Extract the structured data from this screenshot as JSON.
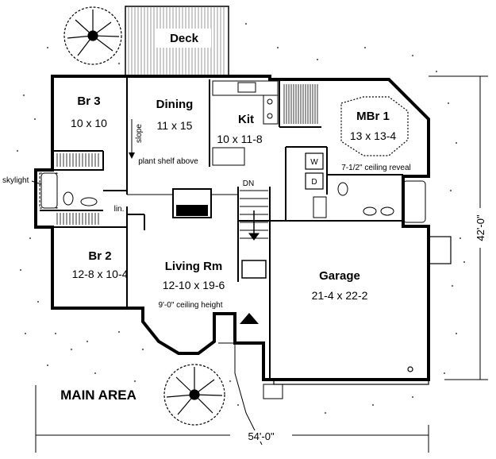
{
  "plan": {
    "caption": "MAIN AREA",
    "overall_width": "54'-0\"",
    "overall_depth": "42'-0\"",
    "rooms": {
      "deck": {
        "name": "Deck"
      },
      "br3": {
        "name": "Br 3",
        "size": "10 x 10"
      },
      "dining": {
        "name": "Dining",
        "size": "11 x 15"
      },
      "kit": {
        "name": "Kit",
        "size": "10 x 11-8"
      },
      "mbr1": {
        "name": "MBr 1",
        "size": "13 x 13-4"
      },
      "br2": {
        "name": "Br 2",
        "size": "12-8 x 10-4"
      },
      "living": {
        "name": "Living Rm",
        "size": "12-10 x 19-6"
      },
      "garage": {
        "name": "Garage",
        "size": "21-4 x 22-2"
      }
    },
    "notes": {
      "slope": "slope",
      "plant_shelf": "plant shelf above",
      "ceiling_reveal": "7-1/2\" ceiling reveal",
      "ceiling_height": "9'-0\" ceiling height",
      "skylight": "skylight",
      "linen": "lin.",
      "stair_down": "DN",
      "washer": "W",
      "dryer": "D"
    }
  }
}
